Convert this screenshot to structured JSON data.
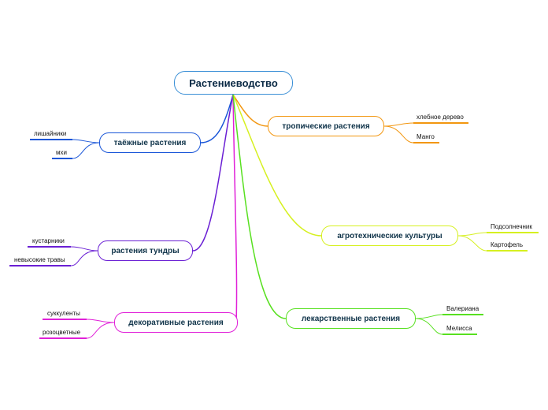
{
  "root": {
    "label": "Растениеводство"
  },
  "colors": {
    "root_border": "#3a8fd6",
    "taiga": "#1a56d8",
    "tundra": "#6a1fd4",
    "decor": "#e020d8",
    "tropic": "#f2960f",
    "agro": "#d6f020",
    "med": "#58e020"
  },
  "branches": {
    "taiga": {
      "label": "таёжные растения",
      "leaves": [
        "лишайники",
        "мхи"
      ]
    },
    "tundra": {
      "label": "растения тундры",
      "leaves": [
        "кустарники",
        "невысокие травы"
      ]
    },
    "decor": {
      "label": "декоративные растения",
      "leaves": [
        "суккуленты",
        "розоцветные"
      ]
    },
    "tropic": {
      "label": "тропические растения",
      "leaves": [
        "хлебное дерево",
        "Манго"
      ]
    },
    "agro": {
      "label": "агротехнические культуры",
      "leaves": [
        "Подсолнечник",
        "Картофель"
      ]
    },
    "med": {
      "label": "лекарственные растения",
      "leaves": [
        "Валериана",
        "Мелисса"
      ]
    }
  }
}
